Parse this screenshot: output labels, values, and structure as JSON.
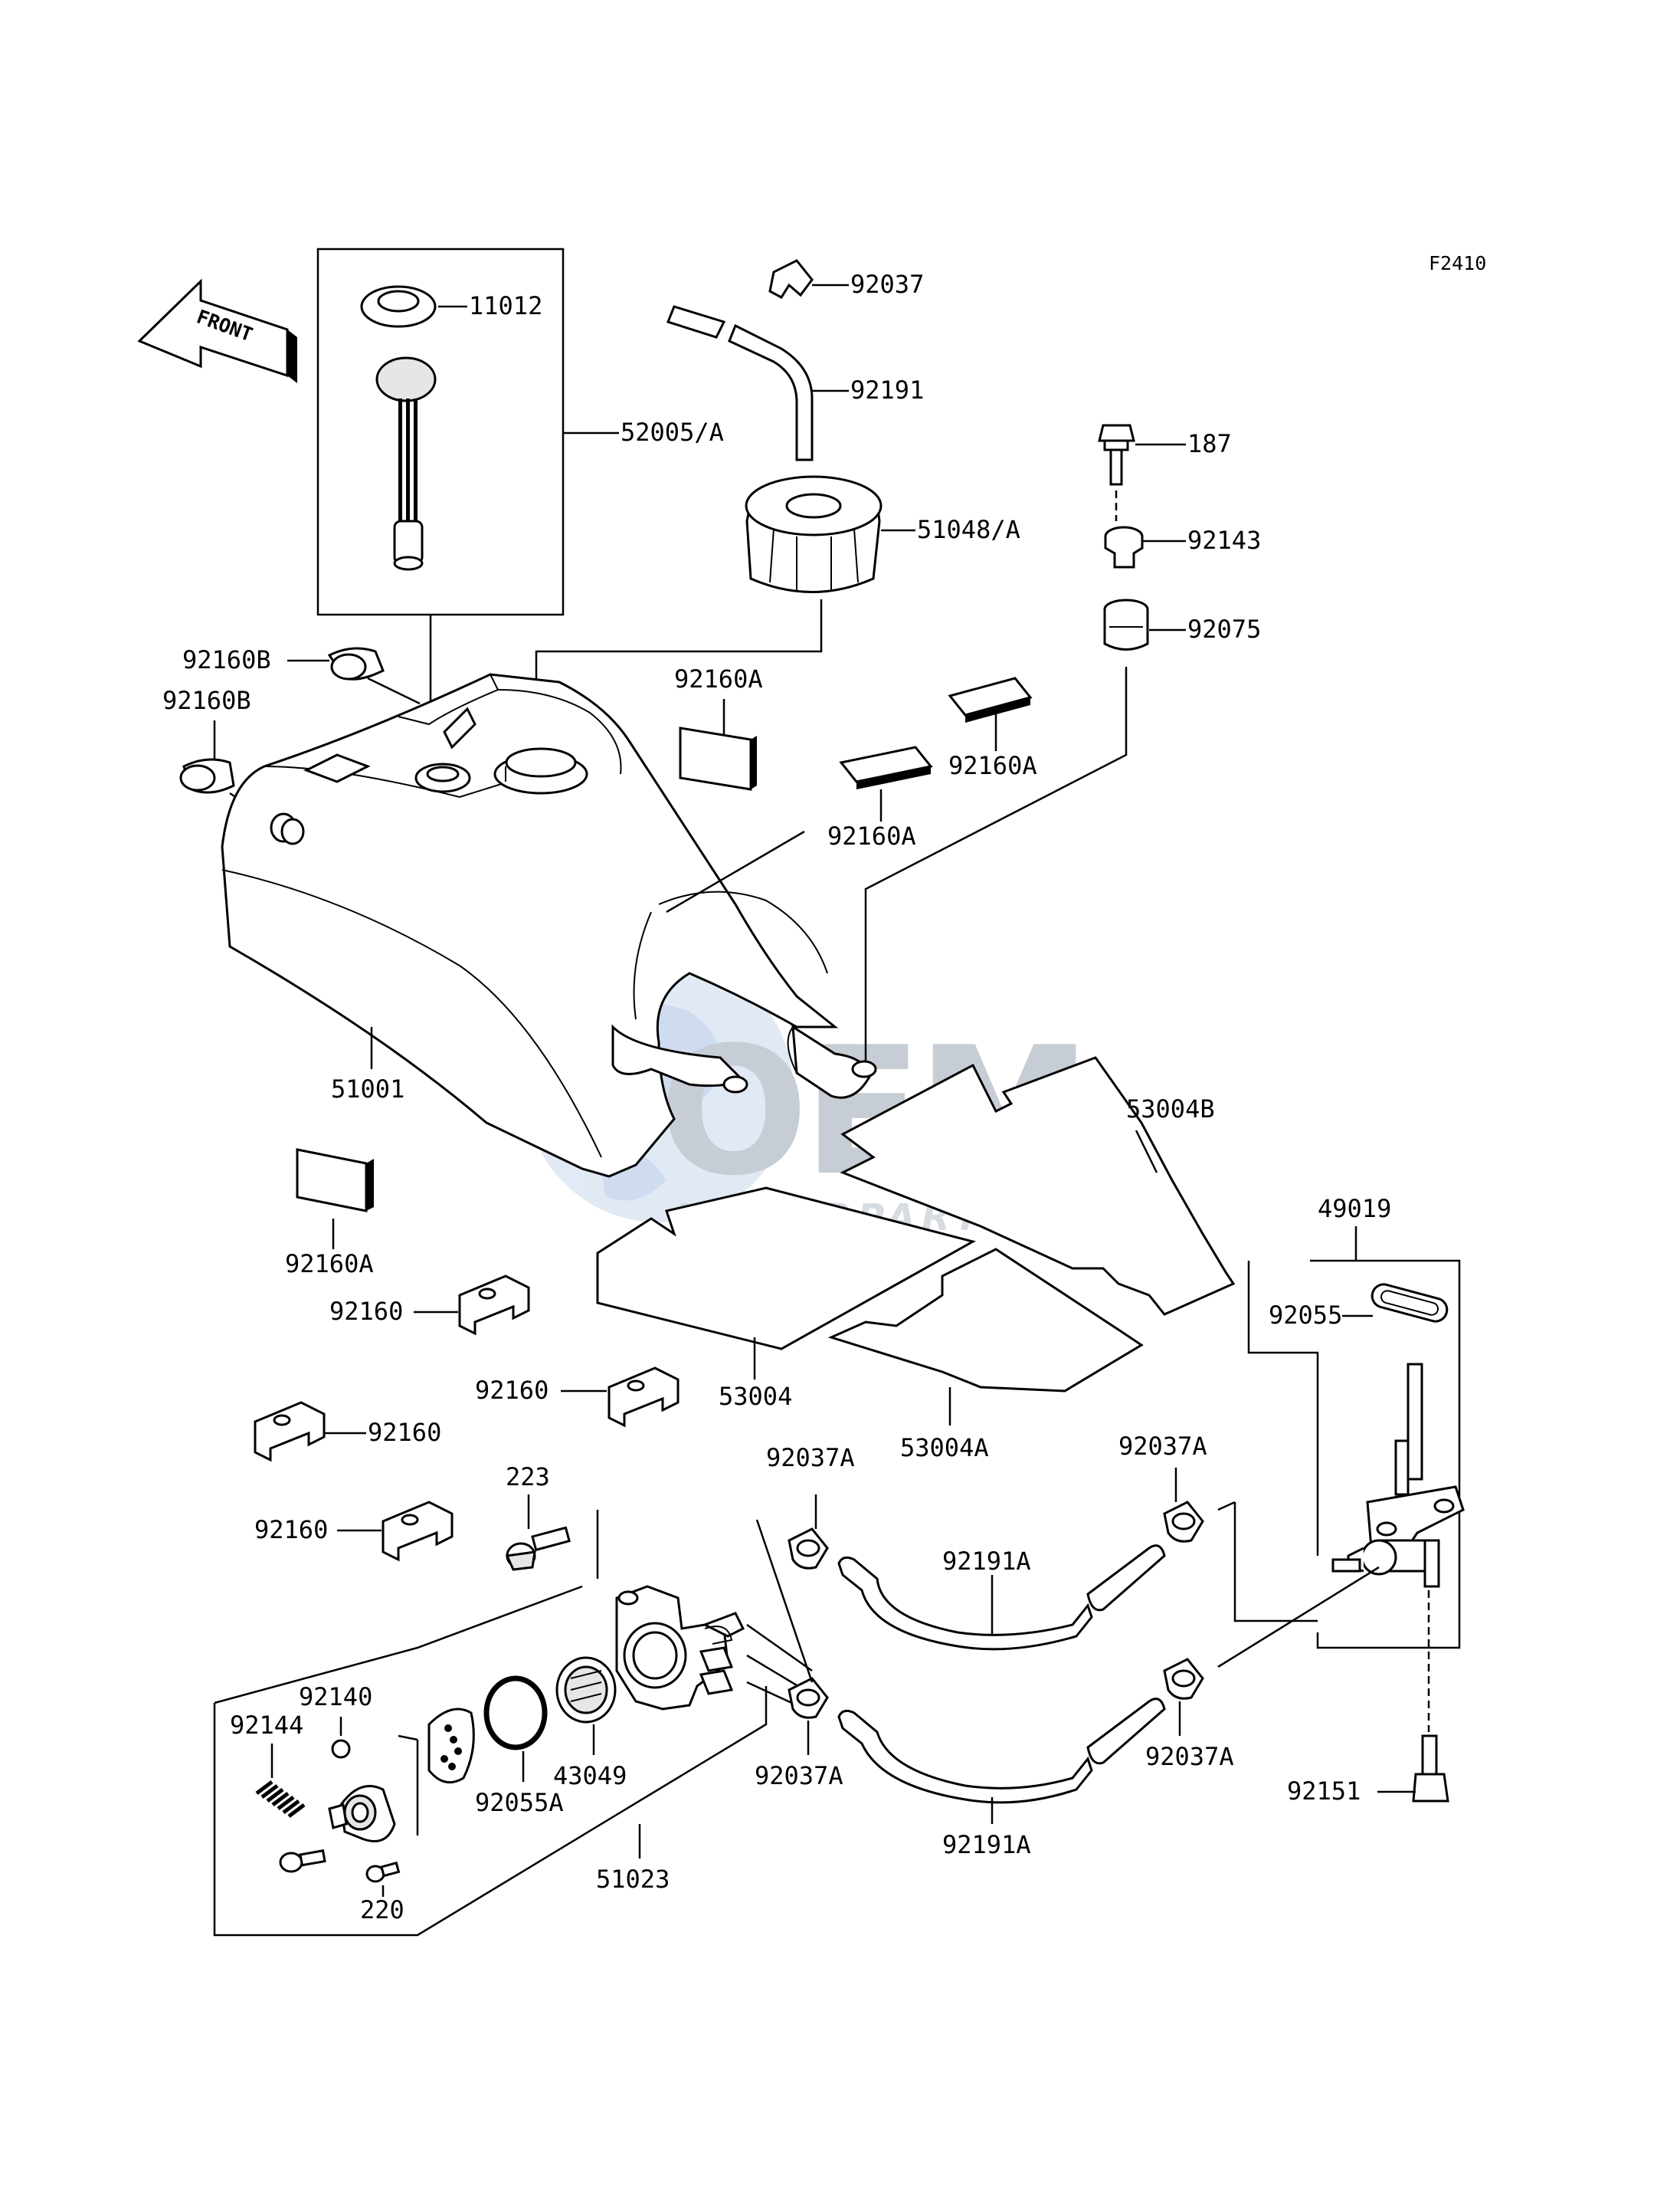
{
  "diagram_code": "F2410",
  "front_arrow_label": "FRONT",
  "watermark": {
    "brand": "OEM",
    "sub": "MOTORPARTS",
    "color_globe": "#c9d8ee",
    "color_text": "#b9c3cf"
  },
  "parts": {
    "p11012": "11012",
    "p52005A": "52005/A",
    "p92037": "92037",
    "p92191": "92191",
    "p51048A": "51048/A",
    "p187": "187",
    "p92143": "92143",
    "p92075": "92075",
    "p92160B_1": "92160B",
    "p92160B_2": "92160B",
    "p92160A_1": "92160A",
    "p92160A_2": "92160A",
    "p92160A_3": "92160A",
    "p92160A_4": "92160A",
    "p51001": "51001",
    "p53004B": "53004B",
    "p49019": "49019",
    "p92055": "92055",
    "p92160_1": "92160",
    "p92160_2": "92160",
    "p92160_3": "92160",
    "p92160_4": "92160",
    "p53004": "53004",
    "p53004A": "53004A",
    "p223": "223",
    "p92037A_1": "92037A",
    "p92037A_2": "92037A",
    "p92037A_3": "92037A",
    "p92037A_4": "92037A",
    "p92191A_1": "92191A",
    "p92191A_2": "92191A",
    "p92140": "92140",
    "p92144": "92144",
    "p43049": "43049",
    "p92055A": "92055A",
    "p51023": "51023",
    "p220": "220",
    "p92151": "92151"
  }
}
